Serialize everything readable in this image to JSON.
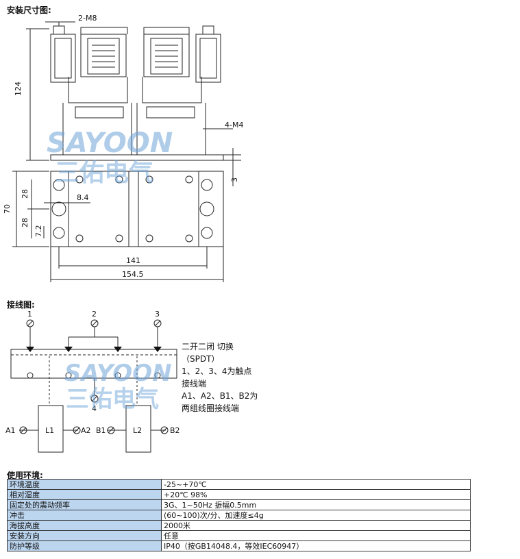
{
  "sections": {
    "install_title": "安装尺寸图:",
    "wiring_title": "接线图:",
    "env_title": "使用环境:"
  },
  "dimensions": {
    "bolt": "2-M8",
    "height": "124",
    "screw": "4-M4",
    "base": "3",
    "total_height": "70",
    "row_a": "28",
    "row_b": "28",
    "offset": "7.2",
    "hole": "8.4",
    "inner_width": "141",
    "total_width": "154.5"
  },
  "watermark": {
    "latin": "SAYOON",
    "chinese": "三佑电气"
  },
  "wiring": {
    "t1": "1",
    "t2": "2",
    "t3": "3",
    "t4": "4",
    "a1": "A1",
    "a2": "A2",
    "b1": "B1",
    "b2": "B2",
    "l1": "L1",
    "l2": "L2",
    "desc_line1": "二开二闭  切换",
    "desc_line2": "（SPDT）",
    "desc_line3": "1、2、3、4为触点",
    "desc_line4": "接线端",
    "desc_line5": "A1、A2、B1、B2为",
    "desc_line6": "两组线圈接线端"
  },
  "environment": [
    {
      "key": "环境温度",
      "value": "-25~+70℃"
    },
    {
      "key": "相对湿度",
      "value": "+20℃ 98%"
    },
    {
      "key": "固定处的震动频率",
      "value": "3G、1~50Hz 振幅0.5mm"
    },
    {
      "key": "冲击",
      "value": "(60~100)次/分、加速度≤4g"
    },
    {
      "key": "海拔高度",
      "value": "2000米"
    },
    {
      "key": "安装方向",
      "value": "任意"
    },
    {
      "key": "防护等级",
      "value": "IP40（按GB14048.4，等效IEC60947）"
    }
  ]
}
